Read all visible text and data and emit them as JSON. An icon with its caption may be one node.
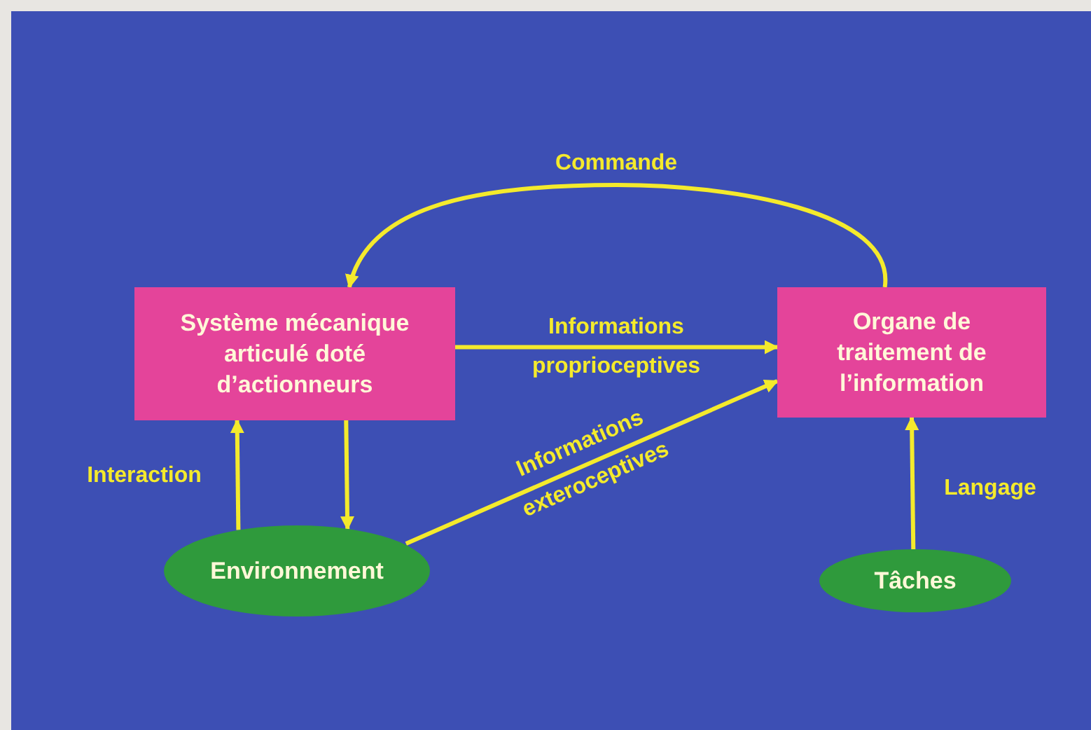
{
  "diagram": {
    "nodes": [
      {
        "text": [
          "Système mécanique articulé doté d’actionneurs"
        ]
      },
      {
        "text": [
          "Organe de traitement de l’information"
        ]
      },
      {
        "text": [
          "Environnement"
        ]
      },
      {
        "text": [
          "Tâches"
        ]
      }
    ],
    "edges": [
      {
        "from": 1,
        "to": 0,
        "arrow": "to",
        "label": "Commande"
      },
      {
        "from": 0,
        "to": 1,
        "arrow": "to",
        "label": "Informations proprioceptives"
      },
      {
        "from": 2,
        "to": 0,
        "arrow": "to",
        "label": "Interaction"
      },
      {
        "from": 0,
        "to": 2,
        "arrow": "to"
      },
      {
        "from": 2,
        "to": 1,
        "arrow": "to",
        "label": "Informations exteroceptives"
      },
      {
        "from": 3,
        "to": 1,
        "arrow": "to",
        "label": "Langage"
      }
    ]
  }
}
